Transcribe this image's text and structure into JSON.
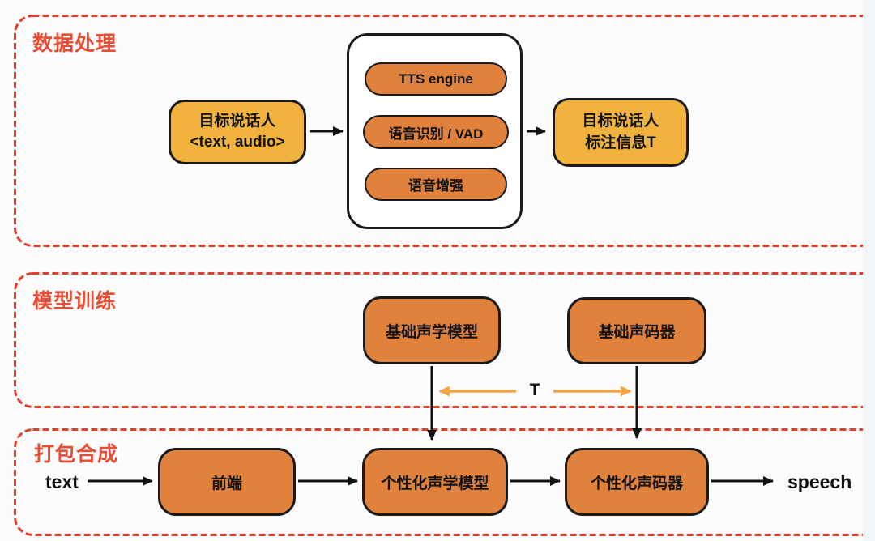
{
  "diagram": {
    "sections": {
      "data_processing": {
        "label": "数据处理"
      },
      "model_training": {
        "label": "模型训练"
      },
      "packaging": {
        "label": "打包合成"
      }
    },
    "nodes": {
      "target_speaker_input": {
        "line1": "目标说话人",
        "line2": "<text, audio>"
      },
      "pipeline": {
        "tts_engine": "TTS engine",
        "asr_vad": "语音识别 / VAD",
        "speech_enhancement": "语音增强"
      },
      "target_speaker_annotation": {
        "line1": "目标说话人",
        "line2": "标注信息T"
      },
      "base_acoustic_model": "基础声学模型",
      "base_vocoder": "基础声码器",
      "frontend": "前端",
      "personalized_acoustic_model": "个性化声学模型",
      "personalized_vocoder": "个性化声码器"
    },
    "io_labels": {
      "input": "text",
      "output": "speech"
    },
    "annotations": {
      "transfer_label": "T"
    }
  },
  "colors": {
    "section_border": "#e23f2b",
    "section_label": "#e94b33",
    "node_yellow": "#f2b33e",
    "node_orange": "#e0813c",
    "node_border": "#1a1a1a",
    "arrow_black": "#111111",
    "arrow_orange": "#f2a64a",
    "background": "#fcfcfd",
    "right_edge_strip": "#f3f6fb"
  }
}
